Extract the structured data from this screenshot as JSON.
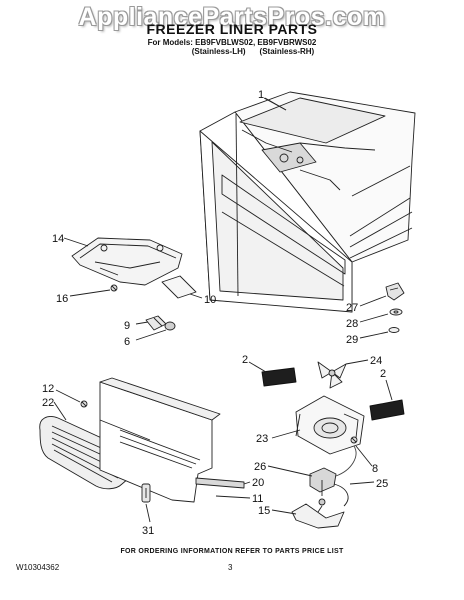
{
  "watermark": "AppliancePartsPros.com",
  "header": {
    "title": "FREEZER LINER PARTS",
    "models_line": "For Models: EB9FVBLWS02, EB9FVBRWS02",
    "variant_left": "(Stainless-LH)",
    "variant_right": "(Stainless-RH)"
  },
  "callouts": [
    "1",
    "14",
    "16",
    "10",
    "9",
    "6",
    "27",
    "28",
    "29",
    "2",
    "24",
    "2",
    "12",
    "22",
    "23",
    "26",
    "8",
    "25",
    "20",
    "11",
    "15",
    "31"
  ],
  "footer": {
    "note": "FOR ORDERING INFORMATION REFER TO PARTS PRICE LIST",
    "doc_number": "W10304362",
    "page": "3"
  }
}
